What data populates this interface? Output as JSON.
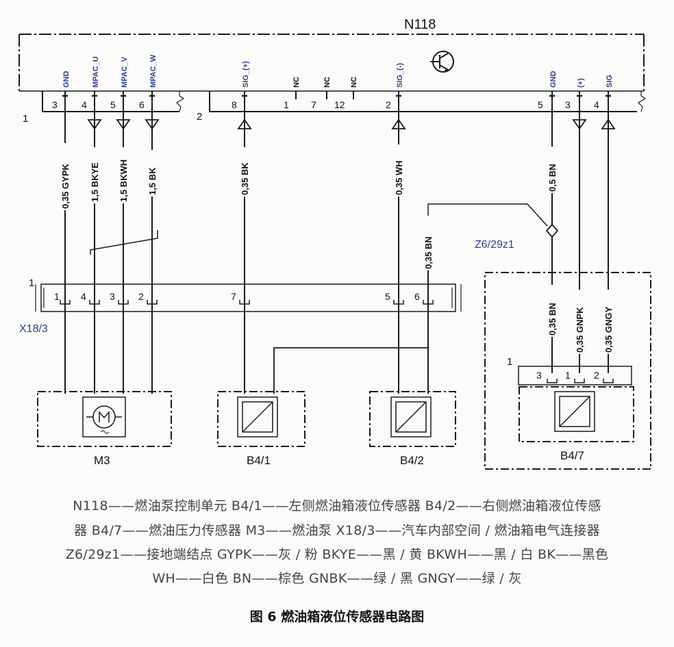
{
  "module": {
    "name": "N118"
  },
  "module_pins": [
    {
      "id": "gnd1",
      "text": "GND",
      "num": "3"
    },
    {
      "id": "mpacu",
      "text": "MPAC_U",
      "num": "4"
    },
    {
      "id": "mpacv",
      "text": "MPAC_V",
      "num": "5"
    },
    {
      "id": "mpacw",
      "text": "MPAC_W",
      "num": "6"
    },
    {
      "id": "sig1",
      "text": "SIG_(+)",
      "num": "8"
    },
    {
      "id": "nc1",
      "text": "NC",
      "num": "1"
    },
    {
      "id": "nc2",
      "text": "NC",
      "num": "7"
    },
    {
      "id": "nc3",
      "text": "NC",
      "num": "12"
    },
    {
      "id": "sig2",
      "text": "SIG_(-)",
      "num": "2"
    },
    {
      "id": "gnd2",
      "text": "GND",
      "num": "5"
    },
    {
      "id": "plus",
      "text": "(+)",
      "num": "3"
    },
    {
      "id": "sig3",
      "text": "SIG",
      "num": "4"
    }
  ],
  "connector_labels": {
    "c1": "1",
    "c2": "2",
    "x18": "1",
    "b47": "1"
  },
  "wires": [
    {
      "id": "w1",
      "text": "0,35 GYPK"
    },
    {
      "id": "w2",
      "text": "1,5 BKYE"
    },
    {
      "id": "w3",
      "text": "1,5 BKWH"
    },
    {
      "id": "w4",
      "text": "1,5 BK"
    },
    {
      "id": "w5",
      "text": "0,35 BK"
    },
    {
      "id": "w6",
      "text": "0,35 WH"
    },
    {
      "id": "w7",
      "text": "0,5 BN"
    },
    {
      "id": "w8",
      "text": "0,35 BN"
    },
    {
      "id": "w9",
      "text": "0,35 BN"
    },
    {
      "id": "w10",
      "text": "0,35 GNPK"
    },
    {
      "id": "w11",
      "text": "0,35 GNGY"
    }
  ],
  "x18_pins": [
    "1",
    "4",
    "3",
    "2",
    "7",
    "5",
    "6"
  ],
  "b47_pins": [
    "3",
    "1",
    "2"
  ],
  "ground_point": "Z6/29z1",
  "x18_name": "X18/3",
  "components": {
    "m3": "M3",
    "b41": "B4/1",
    "b42": "B4/2",
    "b47": "B4/7"
  },
  "legend": {
    "line1": "N118——燃油泵控制单元 B4/1——左侧燃油箱液位传感器 B4/2——右侧燃油箱液位传感",
    "line2": "器 B4/7——燃油压力传感器 M3——燃油泵 X18/3——汽车内部空间 / 燃油箱电气连接器",
    "line3": "Z6/29z1——接地端结点 GYPK——灰 / 粉 BKYE——黑 / 黄 BKWH——黑 / 白 BK——黑色",
    "line4": "WH——白色 BN——棕色 GNBK——绿 / 黑 GNGY——绿 / 灰"
  },
  "caption": "图 6 燃油箱液位传感器电路图",
  "colors": {
    "line": "#1a1a1a",
    "blue_label": "#2a3f8f",
    "legend_text": "#444444"
  }
}
